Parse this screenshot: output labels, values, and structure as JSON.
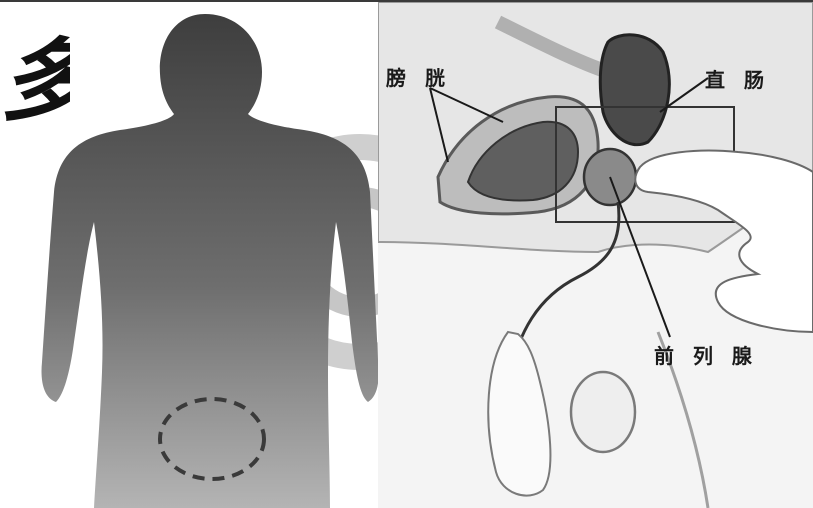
{
  "headline_partial": "多",
  "labels": {
    "bladder": "膀 胱",
    "rectum": "直 肠",
    "prostate": "前 列 腺"
  },
  "colors": {
    "silhouette_dark": "#3e3e3e",
    "silhouette_light": "#a8a8a8",
    "target_ring": "#9a9a9a",
    "outline": "#2a2a2a"
  }
}
